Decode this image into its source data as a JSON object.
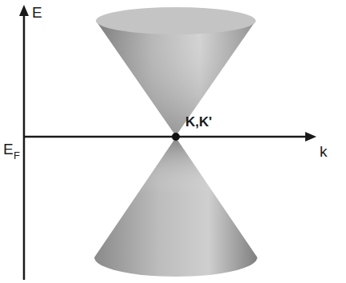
{
  "diagram": {
    "labels": [
      "E",
      "E",
      "F",
      "K,K'",
      "k"
    ]
  }
}
